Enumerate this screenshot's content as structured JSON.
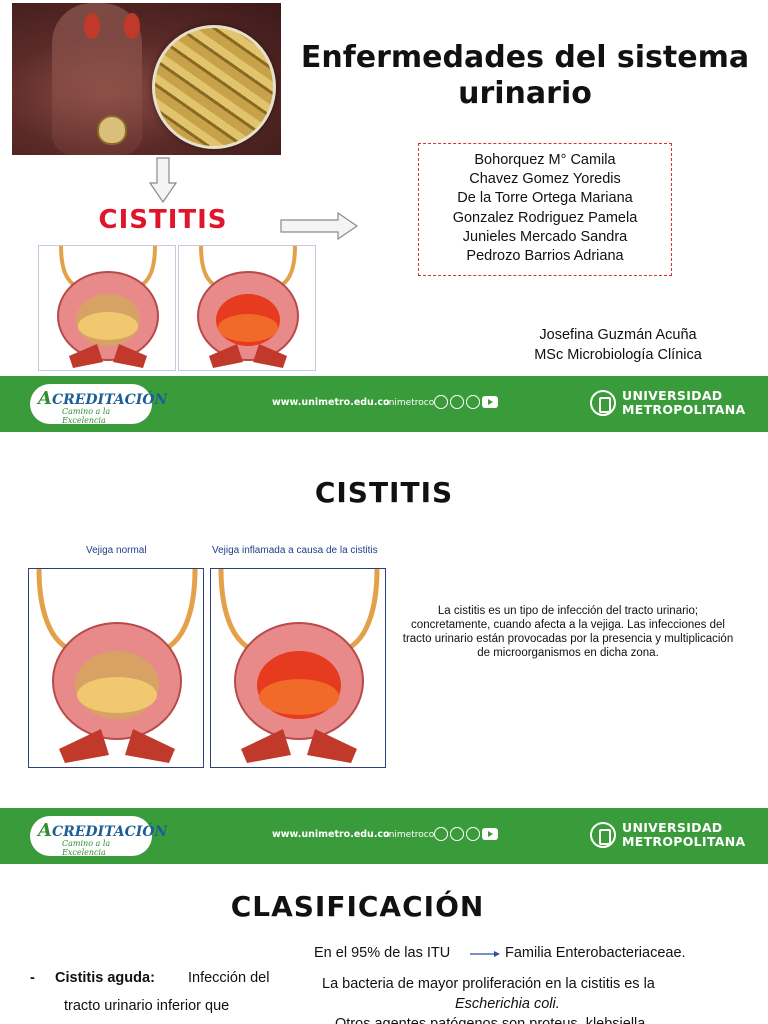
{
  "slide1": {
    "title": "Enfermedades del sistema urinario",
    "label": "CISTITIS",
    "authors": [
      "Bohorquez M° Camila",
      "Chavez Gomez Yoredis",
      "De la Torre Ortega Mariana",
      "Gonzalez Rodriguez Pamela",
      "Junieles Mercado Sandra",
      "Pedrozo Barrios Adriana"
    ],
    "professor": [
      "Josefina Guzmán Acuña",
      "MSc Microbiología Clínica"
    ]
  },
  "footer": {
    "accreditation": "CREDITACIÓN",
    "accreditation_initial": "A",
    "accreditation_sub": "Camino a la Excelencia",
    "website": "www.unimetro.edu.co",
    "social_handle": "unimetroco",
    "university_line1": "UNIVERSIDAD",
    "university_line2": "METROPOLITANA",
    "brand_color": "#3a9b3a"
  },
  "slide2": {
    "title": "CISTITIS",
    "caption_normal": "Vejiga normal",
    "caption_inflamed": "Vejiga inflamada a causa de la cistitis",
    "description": "La cistitis es un tipo de infección del tracto urinario; concretamente, cuando afecta a la vejiga. Las infecciones del tracto urinario están provocadas por la presencia y multiplicación de microorganismos en dicha zona."
  },
  "slide3": {
    "title": "CLASIFICACIÓN",
    "itu_prefix": "En el 95% de las ITU",
    "itu_family": "Familia Enterobacteriaceae.",
    "bacteria_line": "La bacteria de mayor proliferación en la cistitis es la",
    "bacteria_name": "Escherichia coli.",
    "others_line": "Otros agentes patógenos son proteus, klebsiella",
    "bullet": "-",
    "aguda_label": "Cistitis aguda:",
    "aguda_text": "Infección del",
    "aguda_text2": "tracto urinario inferior que"
  }
}
